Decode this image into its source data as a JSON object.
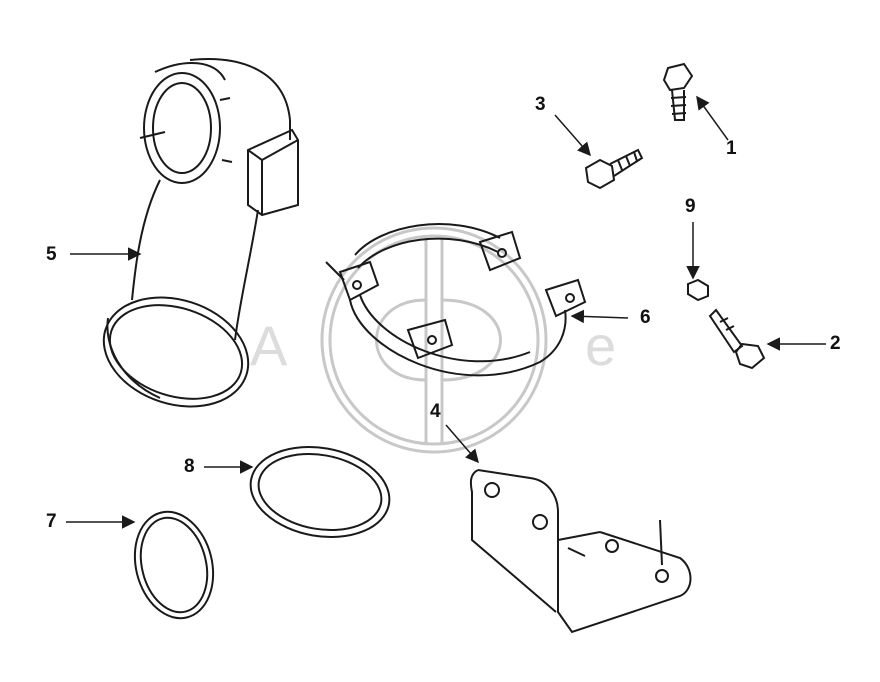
{
  "diagram": {
    "callouts": [
      "1",
      "2",
      "3",
      "4",
      "5",
      "6",
      "7",
      "8",
      "9"
    ]
  },
  "colors": {
    "line": "#1a1a1a",
    "watermark": "#c8c8c8",
    "background": "#ffffff"
  }
}
